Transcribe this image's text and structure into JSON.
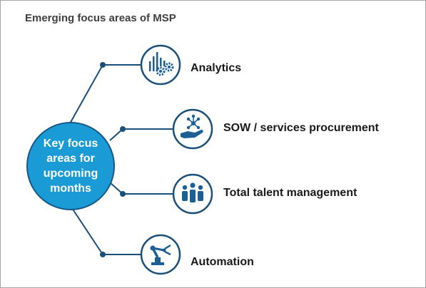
{
  "title": "Emerging focus areas of MSP",
  "hub": {
    "label": "Key focus areas for upcoming months"
  },
  "focus_areas": [
    {
      "label": "Analytics",
      "icon": "analytics-gears-icon"
    },
    {
      "label": "SOW / services procurement",
      "icon": "hand-network-icon"
    },
    {
      "label": "Total talent management",
      "icon": "people-group-icon"
    },
    {
      "label": "Automation",
      "icon": "robotic-arm-icon"
    }
  ],
  "colors": {
    "hub_fill": "#1b9bd6",
    "hub_stroke": "#17588a",
    "line": "#1a4f7a",
    "icon_ring": "#1a4f7a",
    "icon_glyph": "#1b5f95",
    "title_text": "#404040",
    "label_text": "#1a1a1a"
  }
}
